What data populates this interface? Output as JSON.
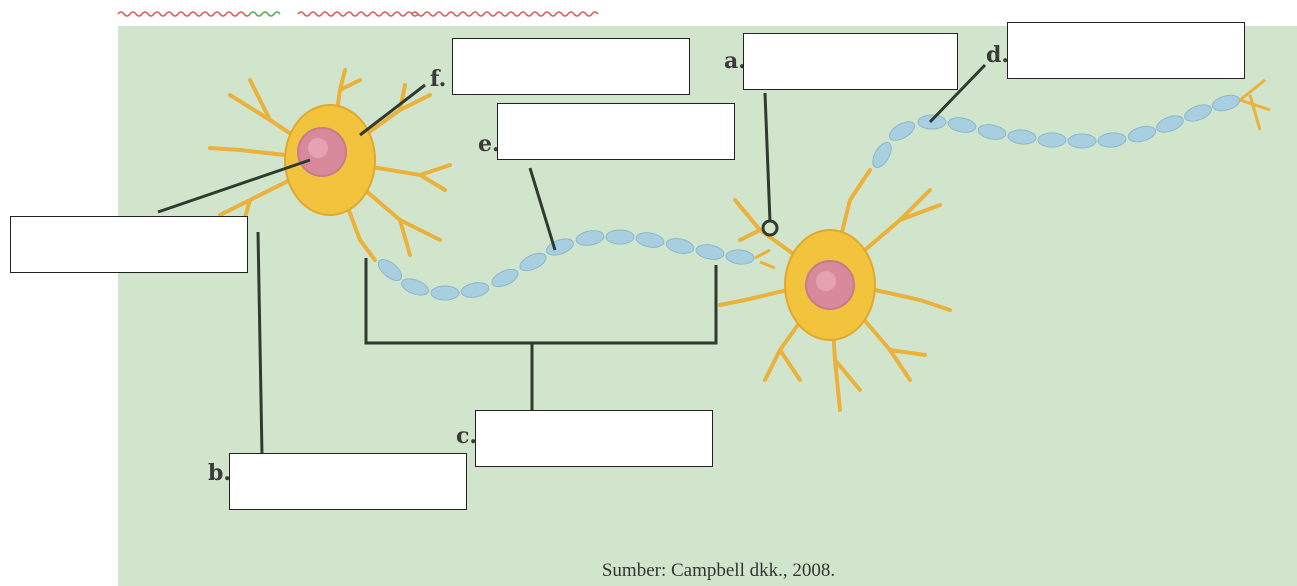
{
  "labels": {
    "a": "a.",
    "b": "b.",
    "c": "c.",
    "d": "d.",
    "e": "e.",
    "f": "f."
  },
  "source": "Sumber: Campbell dkk., 2008.",
  "colors": {
    "background": "#d1e5cd",
    "cell_body": "#f2c33c",
    "nucleus": "#d98a9a",
    "myelin": "#a8cfe0",
    "leader_line": "#2f3b2f"
  },
  "answer_boxes": [
    "",
    "",
    "",
    "",
    "",
    "",
    ""
  ]
}
